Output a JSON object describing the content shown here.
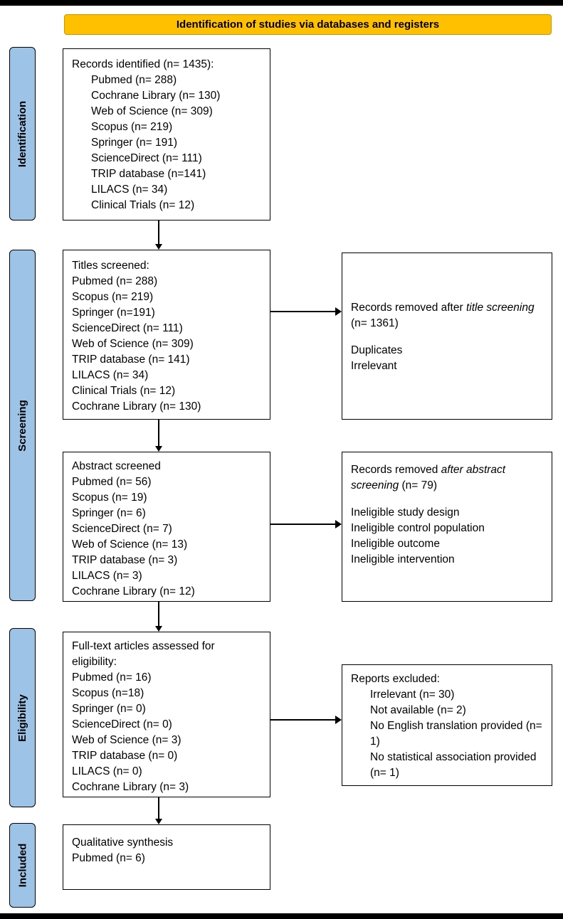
{
  "banner": {
    "title": "Identification of studies via databases and registers"
  },
  "side_labels": [
    {
      "label": "Identification"
    },
    {
      "label": "Screening"
    },
    {
      "label": "Eligibility"
    },
    {
      "label": "Included"
    }
  ],
  "flow_boxes": {
    "records_identified": {
      "title": "Records identified (n= 1435):",
      "items": [
        "Pubmed (n= 288)",
        "Cochrane Library (n= 130)",
        "Web of Science (n= 309)",
        "Scopus (n= 219)",
        "Springer (n= 191)",
        "ScienceDirect (n= 111)",
        "TRIP database (n=141)",
        "LILACS (n= 34)",
        "Clinical Trials (n= 12)"
      ]
    },
    "titles_screened": {
      "title": "Titles screened:",
      "items": [
        "Pubmed (n= 288)",
        "Scopus (n= 219)",
        "Springer (n=191)",
        "ScienceDirect (n= 111)",
        "Web of Science (n= 309)",
        "TRIP database (n= 141)",
        "LILACS (n= 34)",
        "Clinical Trials (n= 12)",
        "Cochrane Library (n= 130)"
      ]
    },
    "abstract_screened": {
      "title": "Abstract screened",
      "items": [
        "Pubmed (n= 56)",
        "Scopus (n= 19)",
        "Springer (n= 6)",
        "ScienceDirect (n= 7)",
        "Web of Science (n= 13)",
        "TRIP database (n= 3)",
        "LILACS (n= 3)",
        "Cochrane Library (n= 12)"
      ]
    },
    "fulltext_assessed": {
      "title": "Full-text articles assessed for eligibility:",
      "items": [
        "Pubmed (n= 16)",
        "Scopus (n=18)",
        "Springer (n= 0)",
        "ScienceDirect (n= 0)",
        "Web of Science (n= 3)",
        "TRIP database (n= 0)",
        "LILACS (n= 0)",
        "Cochrane Library (n= 3)"
      ]
    },
    "qualitative_synthesis": {
      "title": "Qualitative synthesis",
      "items": [
        "Pubmed (n= 6)"
      ]
    }
  },
  "exclusion_boxes": {
    "title_screening": {
      "lead": "Records removed after ",
      "italic": "title screening",
      "tail": " (n= 1361)",
      "items": [
        "Duplicates",
        "Irrelevant"
      ]
    },
    "abstract_screening": {
      "lead": "Records removed ",
      "italic": "after abstract screening",
      "tail": " (n= 79)",
      "items": [
        "Ineligible study design",
        "Ineligible control population",
        "Ineligible outcome",
        "Ineligible intervention"
      ]
    },
    "reports_excluded": {
      "title": "Reports excluded:",
      "items": [
        "Irrelevant (n= 30)",
        "Not available (n= 2)",
        "No English translation provided (n= 1)",
        "No statistical association provided (n= 1)"
      ]
    }
  },
  "colors": {
    "banner_fill": "#FFC000",
    "banner_border": "#C89600",
    "side_label_fill": "#9DC3E6"
  }
}
